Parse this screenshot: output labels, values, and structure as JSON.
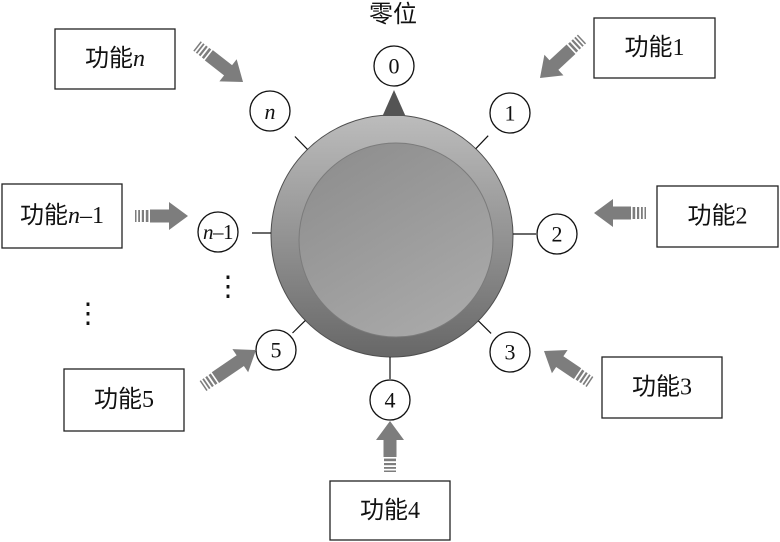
{
  "title": "零位",
  "positions": [
    "0",
    "1",
    "2",
    "3",
    "4",
    "5",
    "n–1",
    "n"
  ],
  "functions": [
    "功能1",
    "功能2",
    "功能3",
    "功能4",
    "功能5",
    "功能n–1",
    "功能n"
  ],
  "ellipsis": [
    "⋮",
    "⋮"
  ],
  "colors": {
    "arrow": "#7d7d7d",
    "pointer": "#545454"
  }
}
